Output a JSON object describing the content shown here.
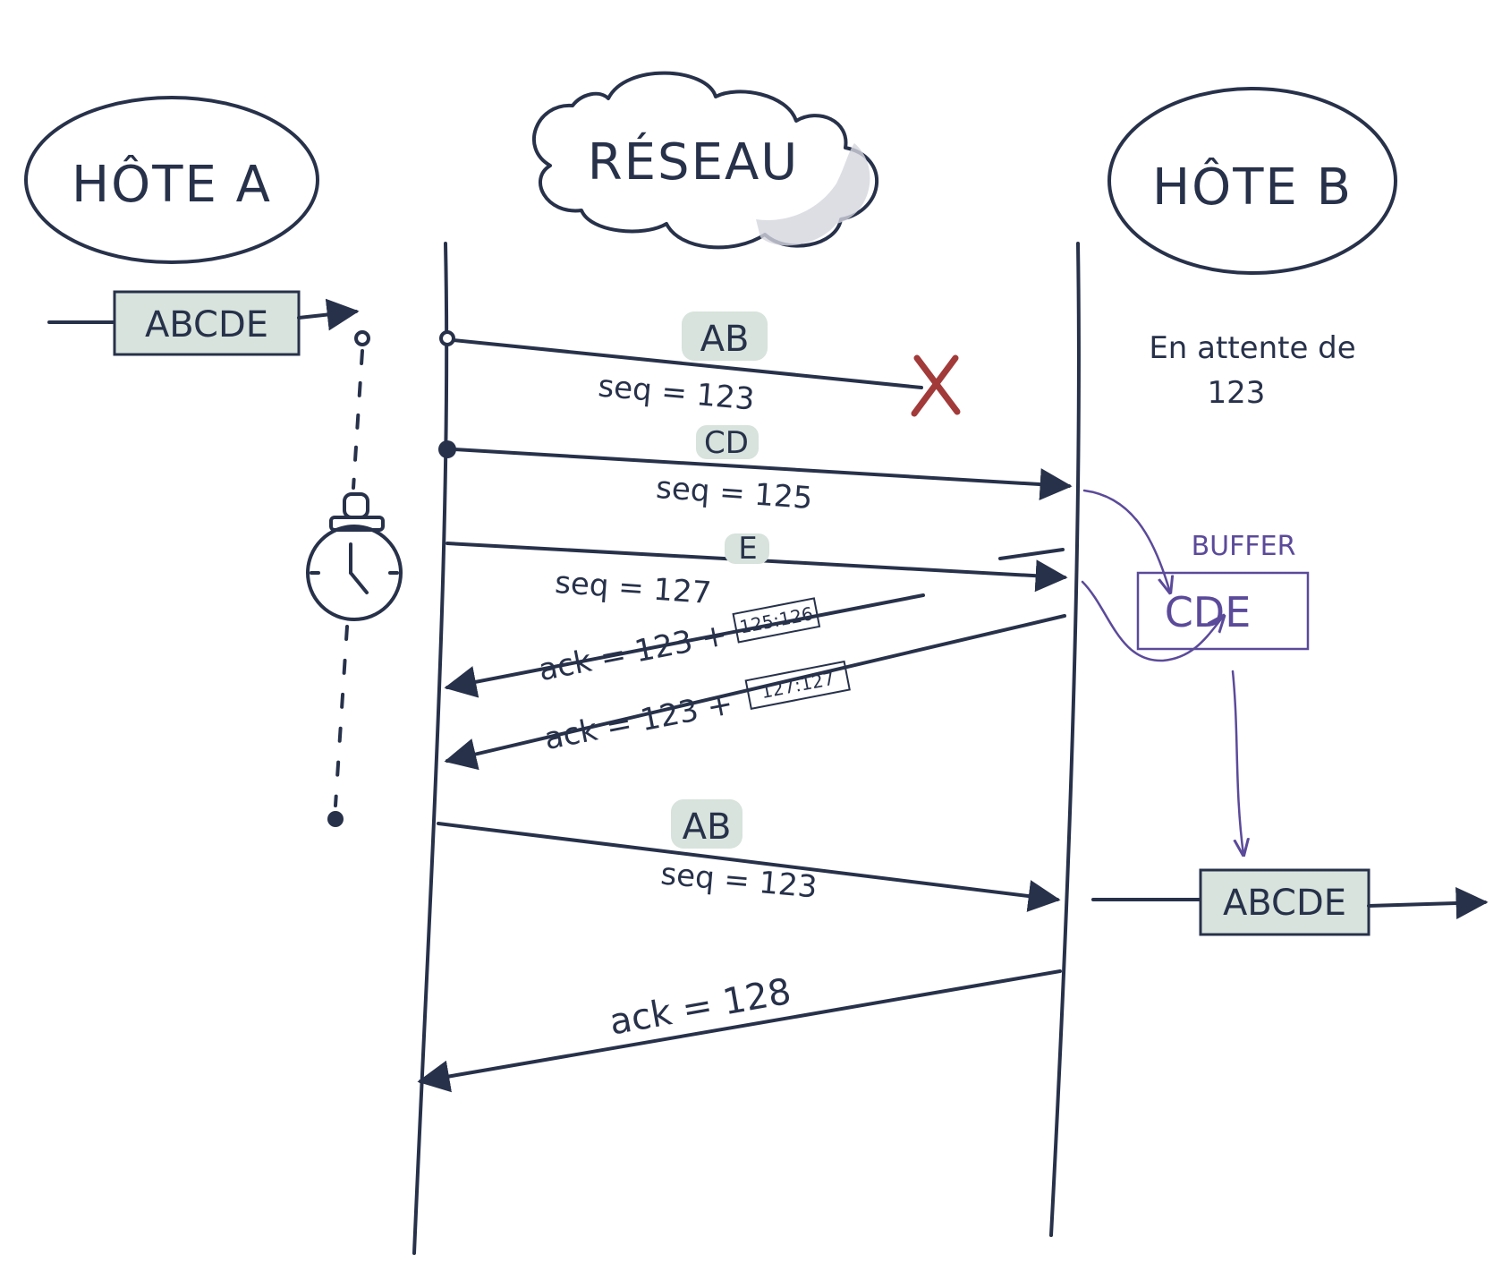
{
  "hosts": {
    "a": "HÔTE A",
    "network": "RÉSEAU",
    "b": "HÔTE B"
  },
  "data_in": "ABCDE",
  "data_out": "ABCDE",
  "waiting": {
    "line1": "En attente de",
    "line2": "123"
  },
  "segments": [
    {
      "payload": "AB",
      "seq": "seq = 123"
    },
    {
      "payload": "CD",
      "seq": "seq = 125"
    },
    {
      "payload": "E",
      "seq": "seq = 127"
    }
  ],
  "acks": [
    {
      "text": "ack = 123 +",
      "sack": "125:126"
    },
    {
      "text": "ack = 123 +",
      "sack": "127:127"
    }
  ],
  "retransmission": {
    "payload": "AB",
    "seq": "seq = 123"
  },
  "final_ack": "ack = 128",
  "buffer": {
    "label": "BUFFER",
    "content": "CDE"
  },
  "colors": {
    "ink": "#27314a",
    "highlight": "#d7e3dc",
    "loss": "#a23a3a",
    "buffer": "#5b4a9a"
  },
  "icons": [
    "loss-x-icon",
    "timer-stopwatch-icon"
  ]
}
